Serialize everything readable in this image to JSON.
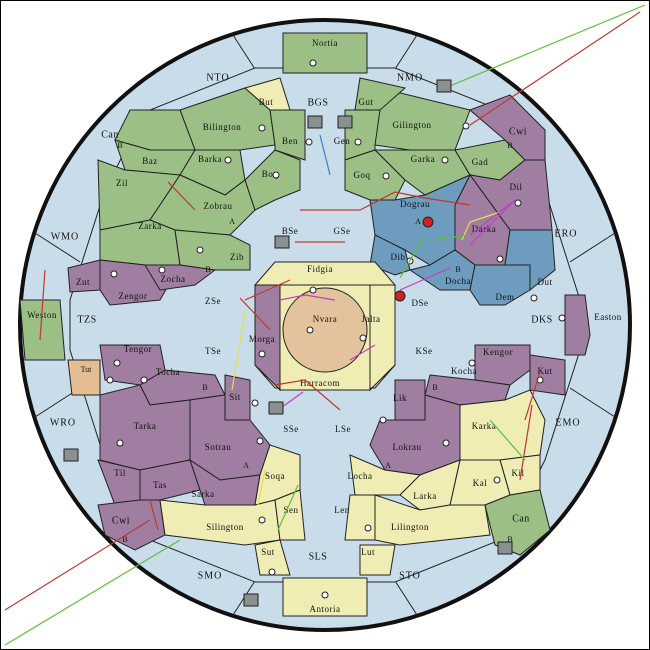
{
  "colors": {
    "background": "#ffffff",
    "sea": "#c9dcea",
    "green": "#9cbf85",
    "purple": "#9f7ea1",
    "pale_yellow": "#efedb4",
    "blue": "#6e9cbf",
    "tan": "#e5bd93",
    "center": "#e3c39c",
    "orange_region": "#ddbf95",
    "route_red": "#c0392b",
    "route_green": "#5cbf3a",
    "route_yellow": "#e6e04a",
    "route_magenta": "#c040c0",
    "route_blue": "#3a7fd0"
  },
  "labels": {
    "nortia": "Nortia",
    "nto": "NTO",
    "nmo": "NMO",
    "bgs": "BGS",
    "but": "But",
    "gut": "Gut",
    "can_nw": "Can",
    "cwi_ne": "Cwi",
    "bilington": "Bilington",
    "gilington": "Gilington",
    "ben": "Ben",
    "gen": "Gen",
    "baz": "Baz",
    "barka": "Barka",
    "garka": "Garka",
    "gad": "Gad",
    "boq": "Boq",
    "goq": "Goq",
    "zil": "Zil",
    "zobrau": "Zobrau",
    "dograu": "Dograu",
    "dil": "Dil",
    "zarka": "Zarka",
    "darka": "Darka",
    "bse": "BSe",
    "gse": "GSe",
    "wmo": "WMO",
    "ero": "ERO",
    "zib": "Zib",
    "dib": "Dib",
    "zocha": "Zocha",
    "docha": "Docha",
    "fidgia": "Fidgia",
    "zut": "Zut",
    "dut": "Dut",
    "zengor": "Zengor",
    "dem": "Dem",
    "weston": "Weston",
    "tzs": "TZS",
    "zse": "ZSe",
    "nvara": "Nvara",
    "jalta": "Jalta",
    "dse": "DSe",
    "dks": "DKS",
    "easton": "Easton",
    "morga": "Morga",
    "tse": "TSe",
    "kse": "KSe",
    "tengor": "Tengor",
    "kengor": "Kengor",
    "tut": "Tut",
    "tocha": "Tocha",
    "kocha": "Kocha",
    "kut": "Kut",
    "harracom": "Harracom",
    "sit": "Sit",
    "lik": "Lik",
    "wro": "WRO",
    "emo": "EMO",
    "tarka": "Tarka",
    "karka": "Karka",
    "sse": "SSe",
    "lse": "LSe",
    "sotrau": "Sotrau",
    "lokrau": "Lokrau",
    "til": "Til",
    "kil": "Kil",
    "soqa": "Soqa",
    "locha": "Locha",
    "tas": "Tas",
    "sarka": "Sarka",
    "larka": "Larka",
    "kal": "Kal",
    "sen": "Sen",
    "len": "Len",
    "cwi_sw": "Cwi",
    "can_se": "Can",
    "silington": "Silington",
    "lilington": "Lilington",
    "sut": "Sut",
    "lut": "Lut",
    "sls": "SLS",
    "smo": "SMO",
    "sto": "STO",
    "antoria": "Antoria",
    "coast_b": "B",
    "coast_a": "A"
  }
}
